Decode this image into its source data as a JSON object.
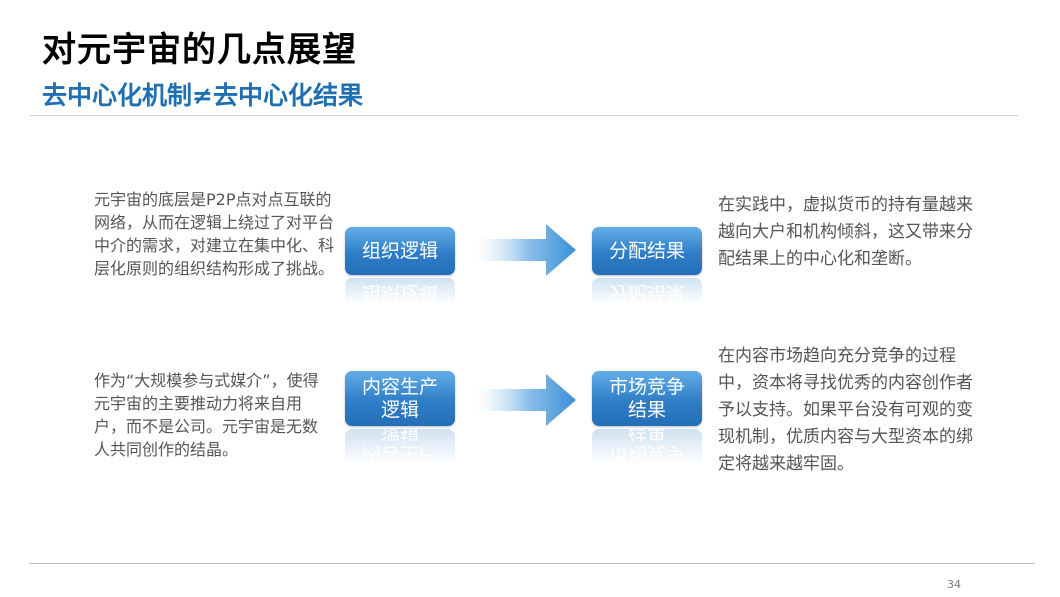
{
  "header": {
    "title": "对元宇宙的几点展望",
    "subtitle": "去中心化机制≠去中心化结果"
  },
  "rows": [
    {
      "left_text": "元宇宙的底层是P2P点对点互联的网络，从而在逻辑上绕过了对平台中介的需求，对建立在集中化、科层化原则的组织结构形成了挑战。",
      "from_label": "组织逻辑",
      "to_label": "分配结果",
      "right_text": "在实践中，虚拟货币的持有量越来越向大户和机构倾斜，这又带来分配结果上的中心化和垄断。"
    },
    {
      "left_text": "作为“大规模参与式媒介”，使得元宇宙的主要推动力将来自用户，而不是公司。元宇宙是无数人共同创作的结晶。",
      "from_label": "内容生产逻辑",
      "to_label": "市场竞争结果",
      "right_text": "在内容市场趋向充分竞争的过程中，资本将寻找优秀的内容创作者予以支持。如果平台没有可观的变现机制，优质内容与大型资本的绑定将越来越牢固。"
    }
  ],
  "footer": {
    "page_number": "34"
  },
  "colors": {
    "accent": "#1f6fb3",
    "box": "#2f7dc7",
    "arrow": "#3a8fd6"
  },
  "icons": {
    "arrow": "right-arrow-icon"
  }
}
